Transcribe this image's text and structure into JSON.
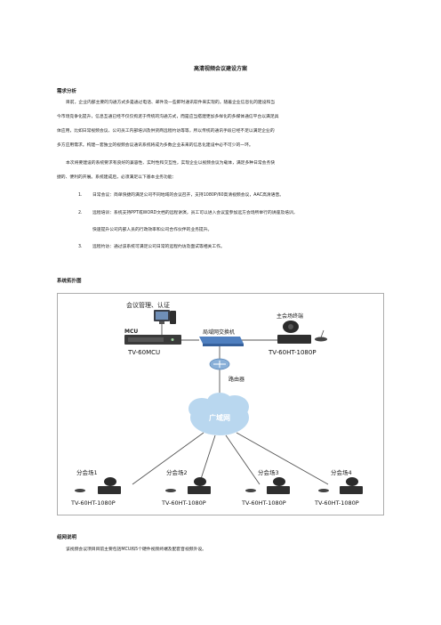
{
  "doc": {
    "title": "高清视频会议建设方案",
    "section1_heading": "需求分析",
    "para1_line1": "目前，企业内部主要的沟通方式多是通过电话、邮件及一些即时通讯软件来实现的。随着企业信息化的建设和当",
    "para1_line2": "今市场竞争化提升，信息互通已经不仅仅拘泥于传统的沟通方式，而是应当搭建更加多样化的多媒体通信平台以满足具",
    "para1_line3": "体应用，比如日常视频会议、公司员工内部培训及供货商远程约访等等，所以传统的通讯手段已经不足以满足企业的",
    "para1_line4": "多方应用需求。构建一套独立的视频会议通讯系统将成为多数企业未来的信息化建设中必不可少的一环。",
    "para2_line1": "本次将要建设的系统要求有良好的兼容性、实时性和交互性，实现企业以视频会议为载体，满足多种日常会务快",
    "para2_line2": "捷的、便利的开展。系统建成后，必须满足以下基本业务功能：",
    "items": [
      {
        "num": "1.",
        "line1": "日常会议：简单快捷的满足公司不同地域的会议召开，支持1080P/60高清视频会议，AAC高清语音。",
        "line2": ""
      },
      {
        "num": "2.",
        "line1": "远程培训：系统支持PPT或WORD文档的远程讲演，员工可以进入会议室参加远方会场所举行的讲座及培训，",
        "line2": "快速提升公司内部人员的行政效率和公司合作伙伴的业务提升。"
      },
      {
        "num": "3.",
        "line1": "远程约访：通过该系统可满足公司日常的远程约访及面试等相关工作。",
        "line2": ""
      }
    ],
    "section2_heading": "系统拓扑图",
    "section3_heading": "组网说明",
    "para3": "该视频会议项目目前主要包括MCU和5个硬件视频终端及配套音视频外设。"
  },
  "topology": {
    "mgmt_label": "会议管理、认证",
    "mcu_tag": "MCU",
    "mcu_model": "TV-60MCU",
    "switch_label": "局域网交换机",
    "main_site_label": "主会场终端",
    "main_site_model": "TV-60HT-1080P",
    "router_label": "路由器",
    "wan_label": "广域网",
    "branches": [
      {
        "label": "分会场1",
        "model": "TV-60HT-1080P"
      },
      {
        "label": "分会场2",
        "model": "TV-60HT-1080P"
      },
      {
        "label": "分会场3",
        "model": "TV-60HT-1080P"
      },
      {
        "label": "分会场4",
        "model": "TV-60HT-1080P"
      }
    ],
    "colors": {
      "wan": "#b9d7ef",
      "switch": "#4f7fbf",
      "router": "#8ab0d8",
      "device": "#2b2b2b",
      "line": "#555555"
    }
  }
}
